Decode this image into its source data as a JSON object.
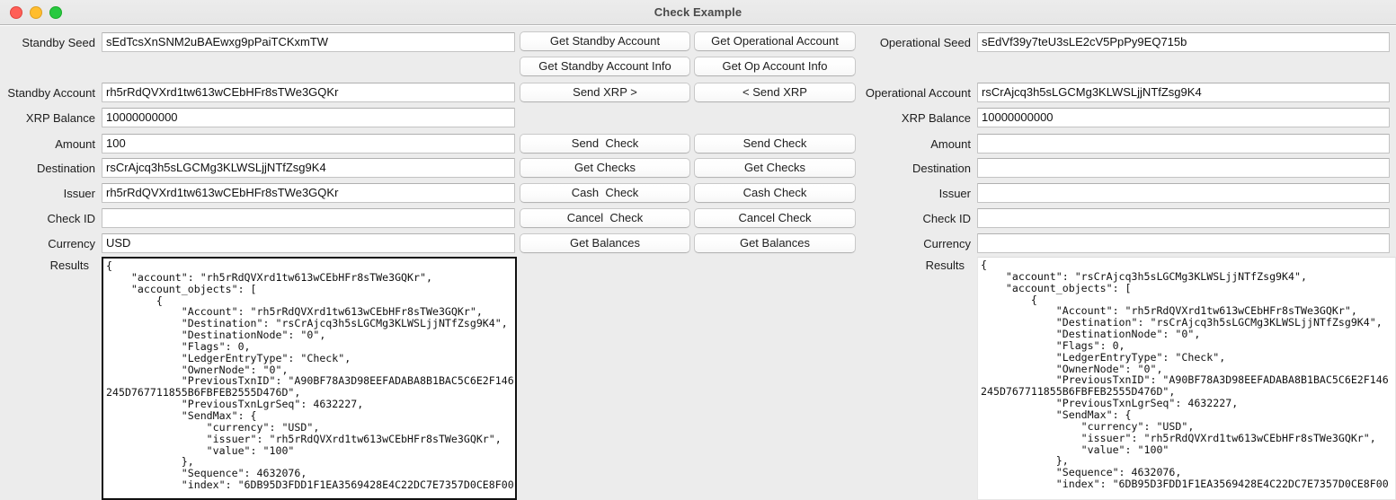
{
  "window": {
    "title": "Check Example",
    "controls": [
      "close-button",
      "minimize-button",
      "zoom-button"
    ]
  },
  "left_panel": {
    "fields": [
      {
        "label": "Standby Seed",
        "value": "sEdTcsXnSNM2uBAEwxg9pPaiTCKxmTW"
      },
      {
        "label": "Standby Account",
        "value": "rh5rRdQVXrd1tw613wCEbHFr8sTWe3GQKr"
      },
      {
        "label": "XRP Balance",
        "value": "10000000000"
      },
      {
        "label": "Amount",
        "value": "100"
      },
      {
        "label": "Destination",
        "value": "rsCrAjcq3h5sLGCMg3KLWSLjjNTfZsg9K4"
      },
      {
        "label": "Issuer",
        "value": "rh5rRdQVXrd1tw613wCEbHFr8sTWe3GQKr"
      },
      {
        "label": "Check ID",
        "value": ""
      },
      {
        "label": "Currency",
        "value": "USD"
      }
    ],
    "results_label": "Results",
    "results_value": "{\n    \"account\": \"rh5rRdQVXrd1tw613wCEbHFr8sTWe3GQKr\",\n    \"account_objects\": [\n        {\n            \"Account\": \"rh5rRdQVXrd1tw613wCEbHFr8sTWe3GQKr\",\n            \"Destination\": \"rsCrAjcq3h5sLGCMg3KLWSLjjNTfZsg9K4\",\n            \"DestinationNode\": \"0\",\n            \"Flags\": 0,\n            \"LedgerEntryType\": \"Check\",\n            \"OwnerNode\": \"0\",\n            \"PreviousTxnID\": \"A90BF78A3D98EEFADABA8B1BAC5C6E2F146\n245D767711855B6FBFEB2555D476D\",\n            \"PreviousTxnLgrSeq\": 4632227,\n            \"SendMax\": {\n                \"currency\": \"USD\",\n                \"issuer\": \"rh5rRdQVXrd1tw613wCEbHFr8sTWe3GQKr\",\n                \"value\": \"100\"\n            },\n            \"Sequence\": 4632076,\n            \"index\": \"6DB95D3FDD1F1EA3569428E4C22DC7E7357D0CE8F00"
  },
  "center_buttons": {
    "standby_column": [
      "Get Standby Account",
      "Get Standby Account Info",
      "Send XRP >",
      "Send  Check",
      "Get Checks",
      "Cash  Check",
      "Cancel  Check",
      "Get Balances"
    ],
    "operational_column": [
      "Get Operational Account",
      "Get Op Account Info",
      "< Send XRP",
      "Send Check",
      "Get Checks",
      "Cash Check",
      "Cancel Check",
      "Get Balances"
    ]
  },
  "right_panel": {
    "fields": [
      {
        "label": "Operational Seed",
        "value": "sEdVf39y7teU3sLE2cV5PpPy9EQ715b"
      },
      {
        "label": "Operational Account",
        "value": "rsCrAjcq3h5sLGCMg3KLWSLjjNTfZsg9K4"
      },
      {
        "label": "XRP Balance",
        "value": "10000000000"
      },
      {
        "label": "Amount",
        "value": ""
      },
      {
        "label": "Destination",
        "value": ""
      },
      {
        "label": "Issuer",
        "value": ""
      },
      {
        "label": "Check ID",
        "value": ""
      },
      {
        "label": "Currency",
        "value": ""
      }
    ],
    "results_label": "Results",
    "results_value": "{\n    \"account\": \"rsCrAjcq3h5sLGCMg3KLWSLjjNTfZsg9K4\",\n    \"account_objects\": [\n        {\n            \"Account\": \"rh5rRdQVXrd1tw613wCEbHFr8sTWe3GQKr\",\n            \"Destination\": \"rsCrAjcq3h5sLGCMg3KLWSLjjNTfZsg9K4\",\n            \"DestinationNode\": \"0\",\n            \"Flags\": 0,\n            \"LedgerEntryType\": \"Check\",\n            \"OwnerNode\": \"0\",\n            \"PreviousTxnID\": \"A90BF78A3D98EEFADABA8B1BAC5C6E2F146\n245D767711855B6FBFEB2555D476D\",\n            \"PreviousTxnLgrSeq\": 4632227,\n            \"SendMax\": {\n                \"currency\": \"USD\",\n                \"issuer\": \"rh5rRdQVXrd1tw613wCEbHFr8sTWe3GQKr\",\n                \"value\": \"100\"\n            },\n            \"Sequence\": 4632076,\n            \"index\": \"6DB95D3FDD1F1EA3569428E4C22DC7E7357D0CE8F00"
  }
}
